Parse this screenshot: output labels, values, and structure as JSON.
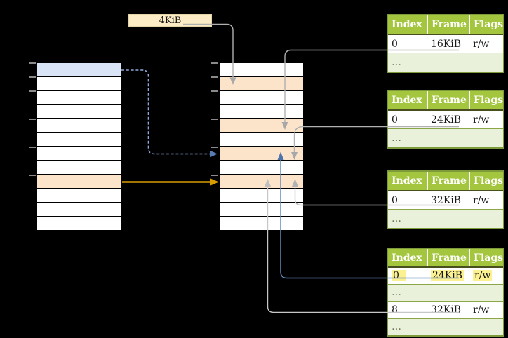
{
  "page_size_box": {
    "label": "4KiB"
  },
  "virtual_memory_column": {
    "rows": [
      "blue",
      "white",
      "white",
      "white",
      "white",
      "white",
      "white",
      "white",
      "orange",
      "white",
      "white",
      "white"
    ],
    "tick_row_indices": [
      0,
      1,
      2,
      4,
      6,
      8
    ]
  },
  "physical_memory_column": {
    "rows": [
      "white",
      "orange",
      "white",
      "white",
      "orange",
      "white",
      "orange",
      "white",
      "orange",
      "white",
      "white",
      "white"
    ],
    "tick_row_indices": [
      0,
      1,
      2,
      4,
      6,
      8
    ]
  },
  "page_tables": [
    {
      "id": "page-table-1",
      "headers": [
        "Index",
        "Frame",
        "Flags"
      ],
      "rows": [
        [
          "0",
          "16KiB",
          "r/w"
        ],
        [
          "…",
          "",
          ""
        ]
      ],
      "highlight_row": null
    },
    {
      "id": "page-table-2",
      "headers": [
        "Index",
        "Frame",
        "Flags"
      ],
      "rows": [
        [
          "0",
          "24KiB",
          "r/w"
        ],
        [
          "…",
          "",
          ""
        ]
      ],
      "highlight_row": null
    },
    {
      "id": "page-table-3",
      "headers": [
        "Index",
        "Frame",
        "Flags"
      ],
      "rows": [
        [
          "0",
          "32KiB",
          "r/w"
        ],
        [
          "…",
          "",
          ""
        ]
      ],
      "highlight_row": null
    },
    {
      "id": "page-table-4",
      "headers": [
        "Index",
        "Frame",
        "Flags"
      ],
      "rows": [
        [
          "0",
          "24KiB",
          "r/w"
        ],
        [
          "…",
          "",
          ""
        ],
        [
          "8",
          "32KiB",
          "r/w"
        ],
        [
          "…",
          "",
          ""
        ]
      ],
      "highlight_row": 0
    }
  ],
  "colors": {
    "background": "#000000",
    "table_header_green": "#a4c63f",
    "table_row_green": "#eaf1da",
    "table_border_green": "#7e9b3c",
    "memory_row_blue": "#d9e4f6",
    "memory_row_orange": "#fce4cb",
    "page_size_fill": "#fcecc6",
    "highlight_yellow": "#fbf191",
    "arrow_gray": "#b0b0b0",
    "arrow_orange": "#d89c00",
    "arrow_solid_blue": "#6787bd",
    "arrow_dashed_blue": "#8fa8d8"
  }
}
